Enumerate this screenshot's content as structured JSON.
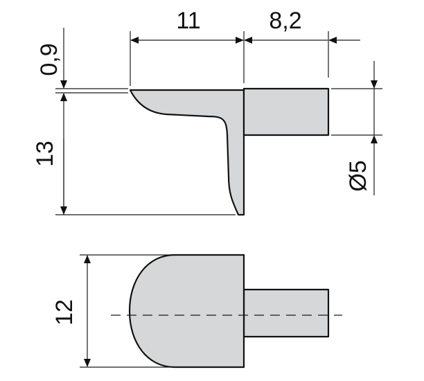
{
  "dimensions": {
    "thickness": "0,9",
    "height": "13",
    "arm_length": "11",
    "pin_length": "8,2",
    "pin_diameter": "Ø5",
    "width": "12"
  },
  "colors": {
    "part_fill": "#d6d7d9",
    "line": "#111111"
  }
}
